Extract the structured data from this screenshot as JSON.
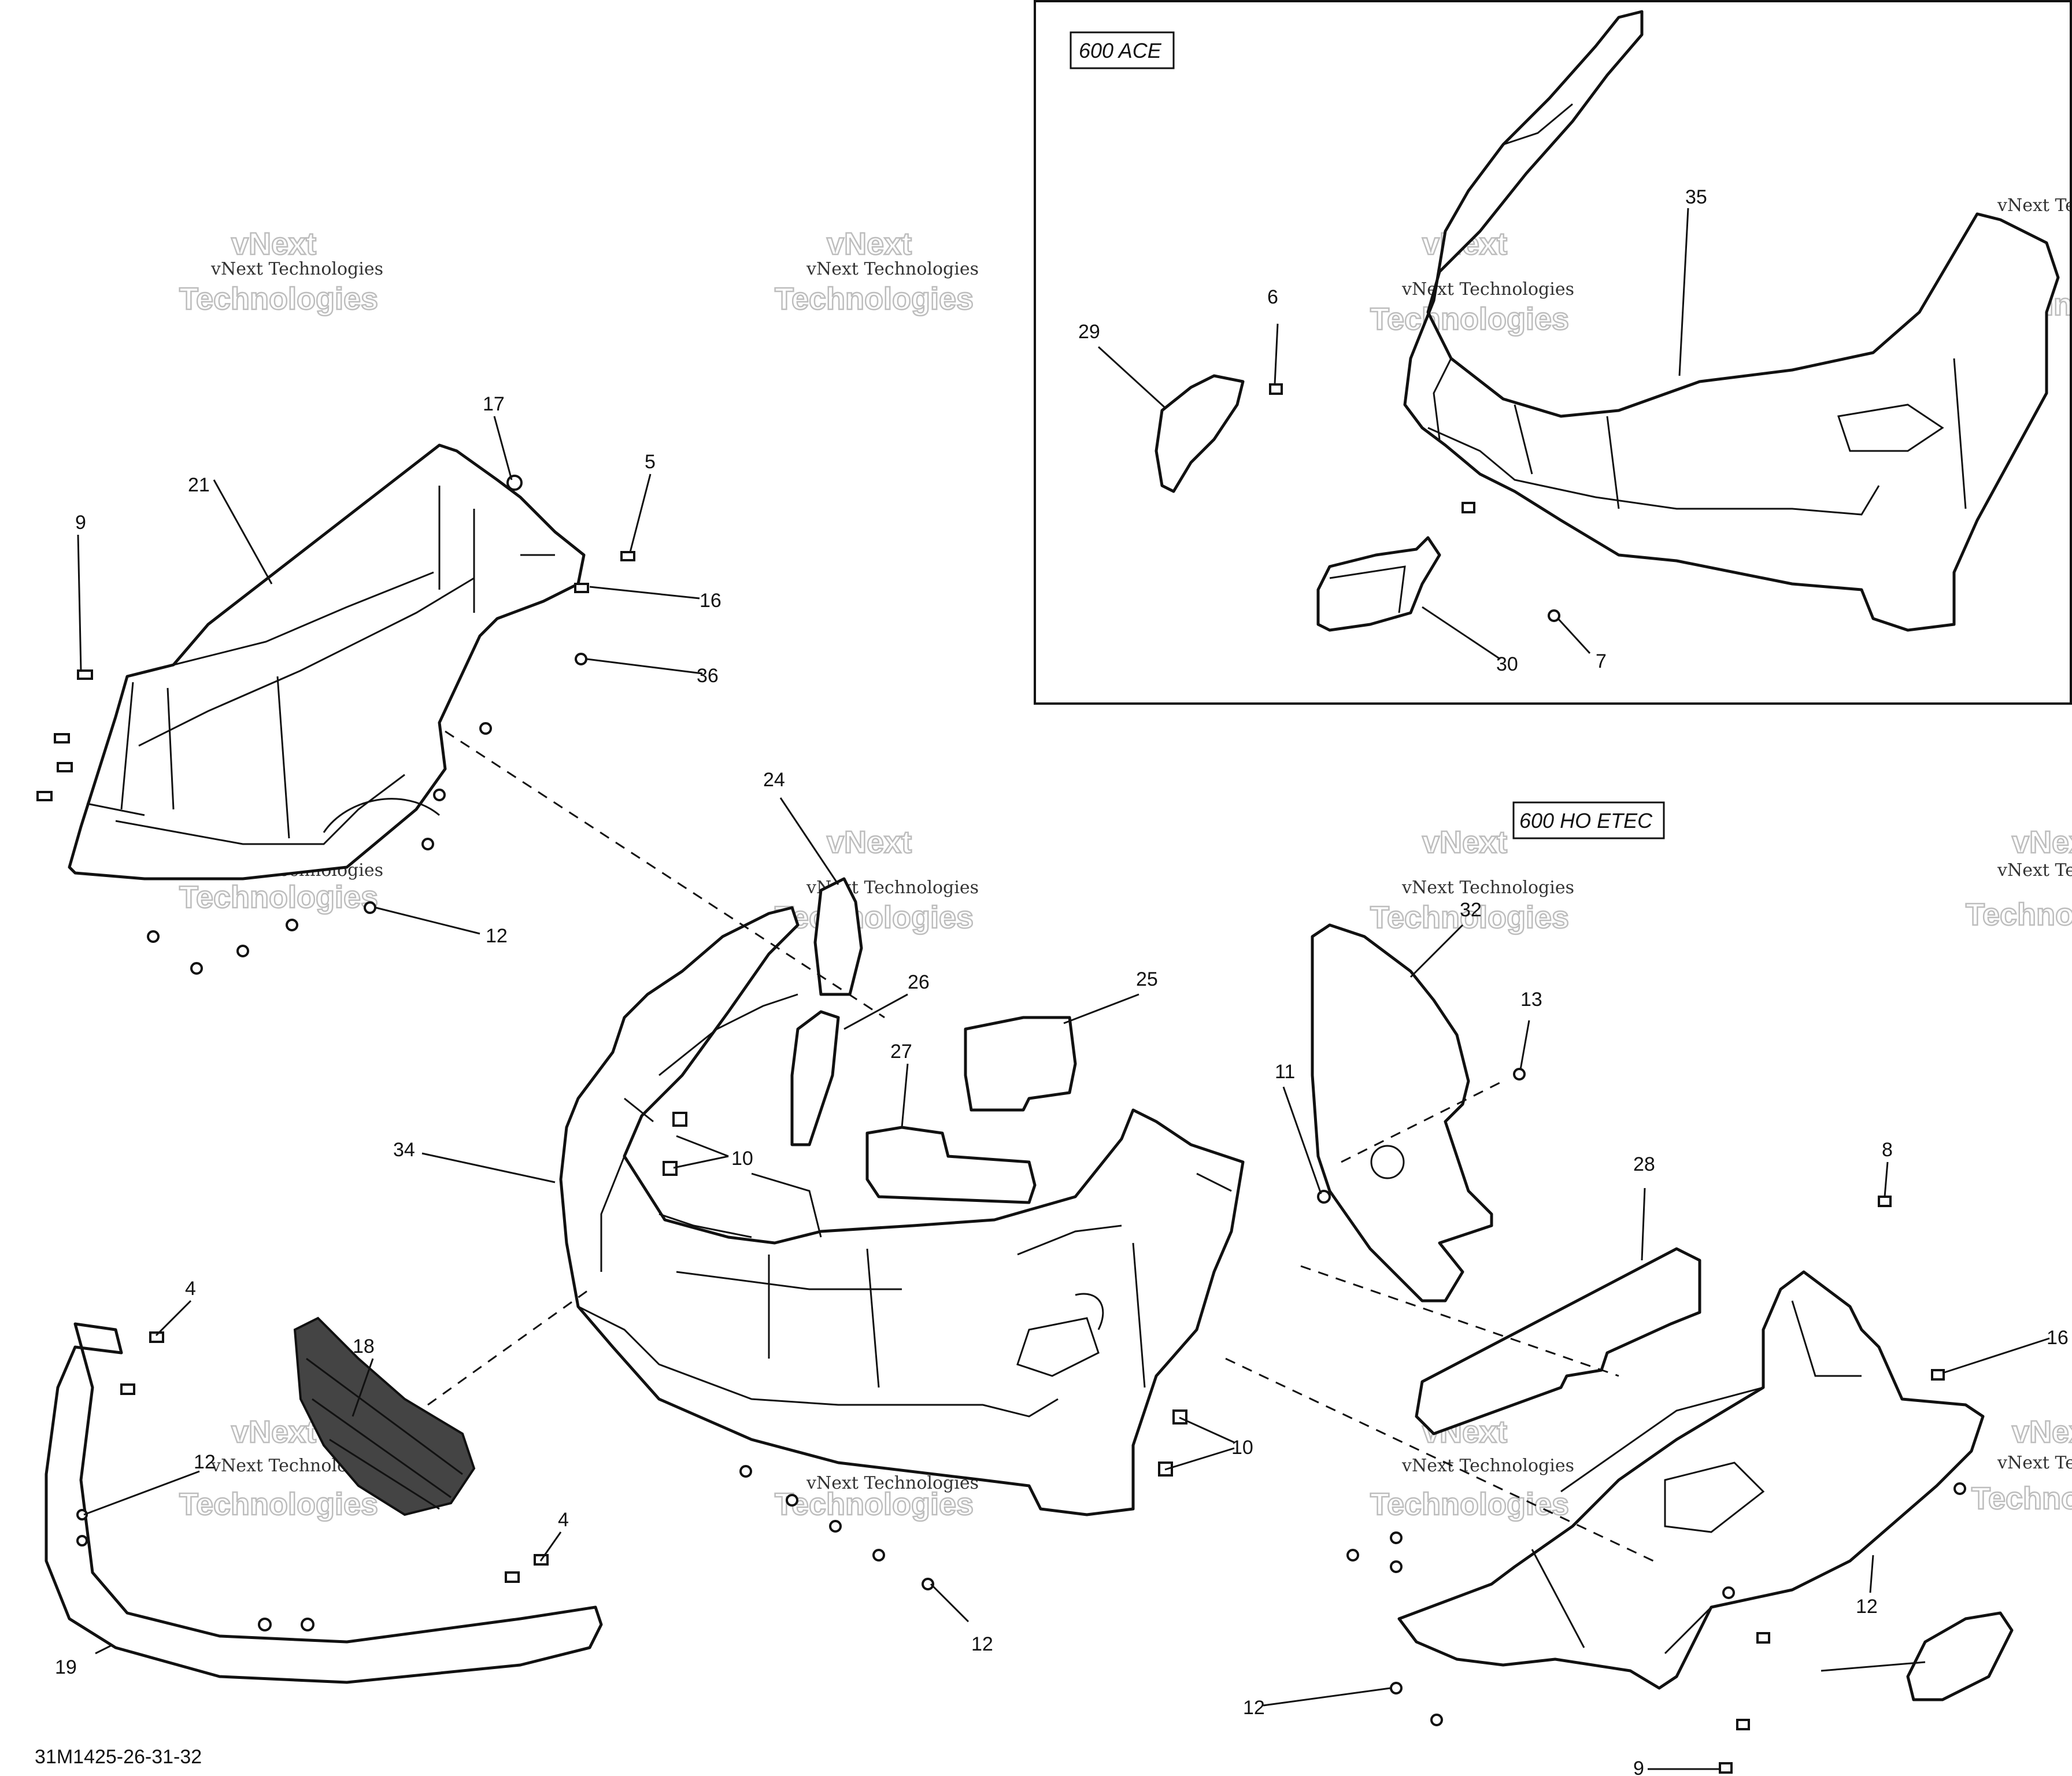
{
  "variant_labels": {
    "ace": "600 ACE",
    "ho_etec": "600 HO ETEC"
  },
  "reference_code": "31M1425-26-31-32",
  "watermark": {
    "line1": "vNext Technologies",
    "line2": "vNext",
    "line3": "Technologies"
  },
  "callouts": {
    "c4a": "4",
    "c4b": "4",
    "c5": "5",
    "c6": "6",
    "c7": "7",
    "c8": "8",
    "c9a": "9",
    "c9b": "9",
    "c10a": "10",
    "c10b": "10",
    "c11": "11",
    "c12a": "12",
    "c12b": "12",
    "c12c": "12",
    "c12d": "12",
    "c12e": "12",
    "c13": "13",
    "c16a": "16",
    "c16b": "16",
    "c17": "17",
    "c18": "18",
    "c19": "19",
    "c21": "21",
    "c24": "24",
    "c25": "25",
    "c26": "26",
    "c27": "27",
    "c28": "28",
    "c29": "29",
    "c30": "30",
    "c32": "32",
    "c34": "34",
    "c35": "35",
    "c36": "36"
  }
}
